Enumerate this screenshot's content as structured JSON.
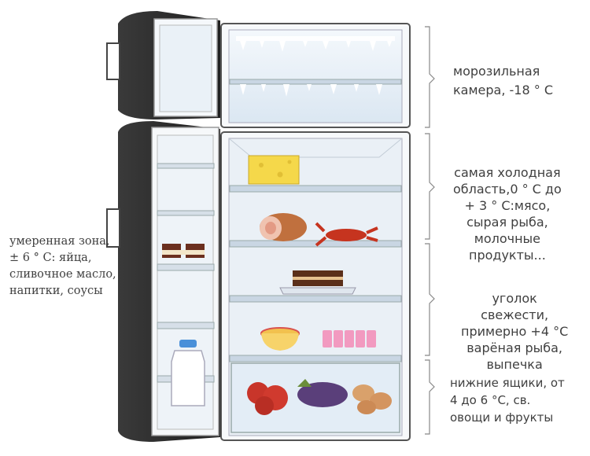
{
  "labels": {
    "freezer": [
      "морозильная",
      "камера, -18 ° С"
    ],
    "coldest": [
      "самая холодная",
      "область,0 ° С до",
      "+ 3 ° С:мясо,",
      "сырая рыба,",
      "молочные",
      "продукты..."
    ],
    "fresh": [
      "уголок",
      "свежести,",
      "примерно +4 °С",
      "варёная рыба,",
      "выпечка"
    ],
    "drawers": [
      "нижние ящики, от",
      "4 до 6 °С, св.",
      "овощи и фрукты"
    ],
    "moderate": [
      "умеренная зона,",
      "± 6 ° С: яйца,",
      "сливочное масло,",
      "напитки, соусы"
    ]
  },
  "colors": {
    "frame": "#2b2b2b",
    "interior": "#e9f0f7",
    "shelf": "#c9d6e3",
    "label_text": "#404040"
  },
  "icons": [
    "cheese-icon",
    "ham-icon",
    "crayfish-icon",
    "cake-icon",
    "soup-bowl-icon",
    "yogurt-cups-icon",
    "milk-bottle-icon",
    "tomatoes-icon",
    "eggplant-icon",
    "potatoes-icon",
    "butter-icon"
  ]
}
